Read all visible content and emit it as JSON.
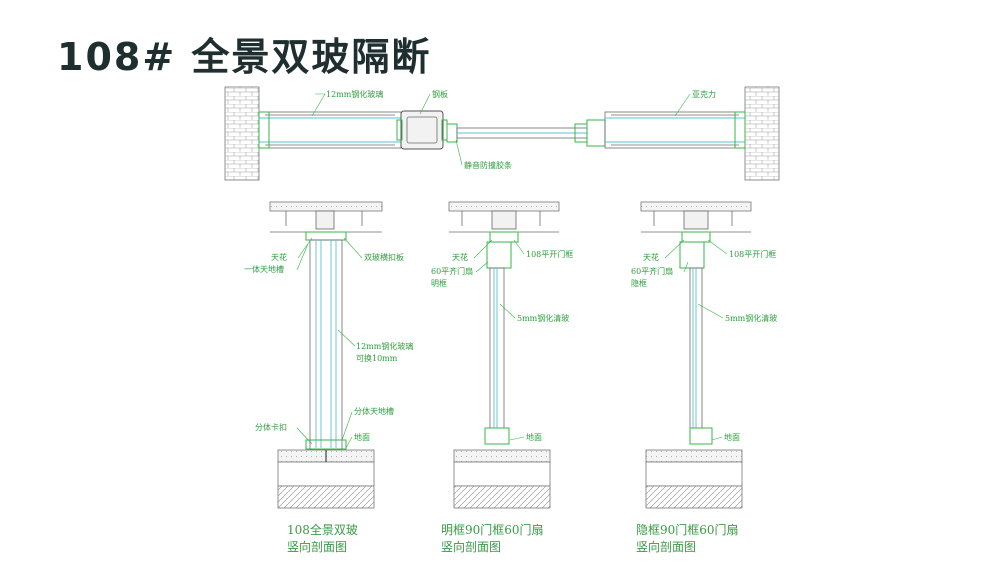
{
  "page": {
    "title": "108# 全景双玻隔断"
  },
  "plan": {
    "labels": {
      "glass12": "12mm钢化玻璃",
      "steel": "钢板",
      "acrylic": "亚克力",
      "seal": "静音防撞胶条"
    }
  },
  "sections": [
    {
      "labels": {
        "ceiling": "天花",
        "track": "一体天地槽",
        "cover": "双玻横扣板",
        "glass1": "12mm钢化玻璃",
        "glass2": "可换10mm",
        "clip": "分体卡扣",
        "floortrack": "分体天地槽",
        "floor": "地面"
      },
      "caption": [
        "108全景双玻",
        "竖向剖面图"
      ]
    },
    {
      "labels": {
        "ceiling": "天花",
        "frame": "108平开门框",
        "leaf1": "60平齐门扇",
        "leaf2": "明框",
        "glass": "5mm钢化清玻",
        "floor": "地面"
      },
      "caption": [
        "明框90门框60门扇",
        "竖向剖面图"
      ]
    },
    {
      "labels": {
        "ceiling": "天花",
        "frame": "108平开门框",
        "leaf1": "60平齐门扇",
        "leaf2": "隐框",
        "glass": "5mm钢化清玻",
        "floor": "地面"
      },
      "caption": [
        "隐框90门框60门扇",
        "竖向剖面图"
      ]
    }
  ]
}
